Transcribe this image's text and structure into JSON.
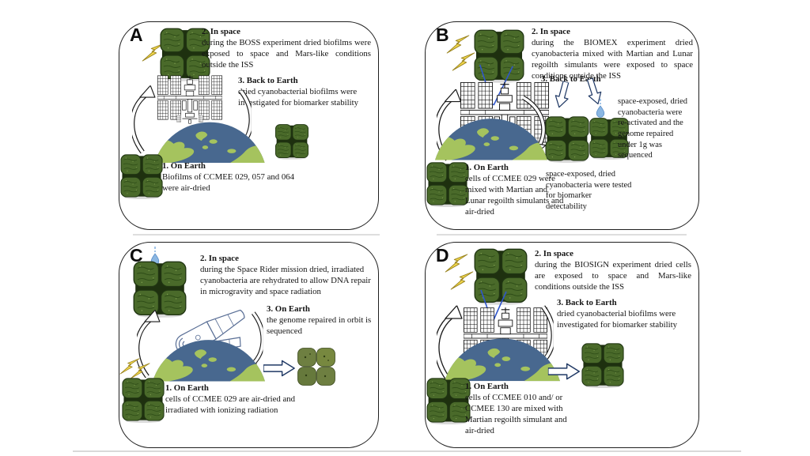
{
  "figure": {
    "panel_count": 4
  },
  "colors": {
    "background": "#ffffff",
    "panel_border": "#1f1f1f",
    "text": "#151515",
    "lightning_fill": "#f2d84c",
    "lightning_stroke": "#9a8420",
    "earth_ocean": "#48688f",
    "earth_land": "#a5c35e",
    "cyano_cell": "#4a6a2a",
    "cyano_seam": "#1e300f",
    "cyano_plain": "#6e7f41",
    "hollow_arrow_stroke": "#1f3864",
    "curved_arrow": "#1a1a1a",
    "tether_blue": "#2f55cc",
    "droplet_blue": "#8ab6e2",
    "spacecraft_line": "#5a6f96"
  },
  "icons": {
    "lightning": "lightning-bolt",
    "droplet": "water-droplet",
    "iss": "international-space-station",
    "spacecraft": "space-rider-vehicle",
    "earth": "earth-horizon",
    "cyanobacteria": "cyanobacteria-tetrad",
    "curved_arrow": "orbit-arrow",
    "hollow_arrow": "block-arrow",
    "tether": "sample-attachment-lines"
  },
  "panels": [
    {
      "label": "A",
      "step2": {
        "title": "2. In space",
        "body": "during the BOSS experiment dried biofilms were exposed to space and Mars-like conditions outside the ISS"
      },
      "step3": {
        "title": "3. Back to Earth",
        "body": "dried cyanobacterial biofilms were investigated for biomarker stability"
      },
      "step1": {
        "title": "1. On Earth",
        "body": "Biofilms of CCMEE 029, 057 and 064 were air-dried"
      }
    },
    {
      "label": "B",
      "step2": {
        "title": "2. In space",
        "body": "during the BIOMEX experiment dried cyanobacteria mixed with Martian and Lunar regoilth simulants were exposed to space conditions outside the ISS"
      },
      "step3": {
        "title": "3. Back to Earth"
      },
      "note_reactivated": "space-exposed, dried cyanobacteria were re-activated and the genome repaired under 1g was sequenced",
      "note_tested": "space-exposed, dried cyanobacteria were tested for biomarker detectability",
      "step1": {
        "title": "1. On Earth",
        "body": "cells of CCMEE 029 were mixed with Martian and Lunar regoilth simulants and air-dried"
      }
    },
    {
      "label": "C",
      "step2": {
        "title": "2. In space",
        "body": "during the Space Rider mission dried, irradiated cyanobacteria are rehydrated to allow DNA repair in microgravity and space radiation"
      },
      "step3": {
        "title": "3. On Earth",
        "body": "the genome repaired in orbit is sequenced"
      },
      "step1": {
        "title": "1. On Earth",
        "body": "cells of CCMEE 029 are air-dried and irradiated with ionizing radiation"
      }
    },
    {
      "label": "D",
      "step2": {
        "title": "2. In space",
        "body": "during the BIOSIGN experiment dried cells are exposed to space and Mars-like conditions outside the ISS"
      },
      "step3": {
        "title": "3. Back to Earth",
        "body": "dried cyanobacterial biofilms were investigated for biomarker stability"
      },
      "step1": {
        "title": "1. On Earth",
        "body": "cells of CCMEE 010 and/ or CCMEE 130 are mixed with Martian regoilth simulant and air-dried"
      }
    }
  ]
}
